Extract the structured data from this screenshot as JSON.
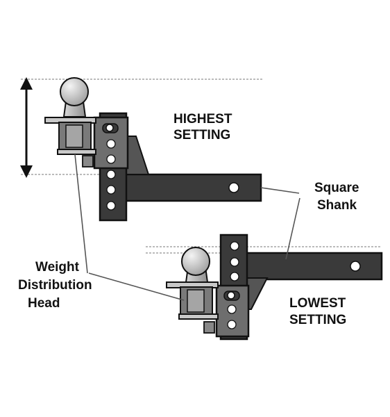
{
  "labels": {
    "highest_line1": "HIGHEST",
    "highest_line2": "SETTING",
    "lowest_line1": "LOWEST",
    "lowest_line2": "SETTING",
    "square_line1": "Square",
    "square_line2": "Shank",
    "wd_line1": "Weight",
    "wd_line2": "Distribution",
    "wd_line3": "Head"
  },
  "colors": {
    "shank": "#3a3a3a",
    "plate": "#6e6e6e",
    "ball_light": "#e6e6e6",
    "ball_dark": "#a5a5a5",
    "outline": "#111111",
    "guide": "#666666"
  }
}
